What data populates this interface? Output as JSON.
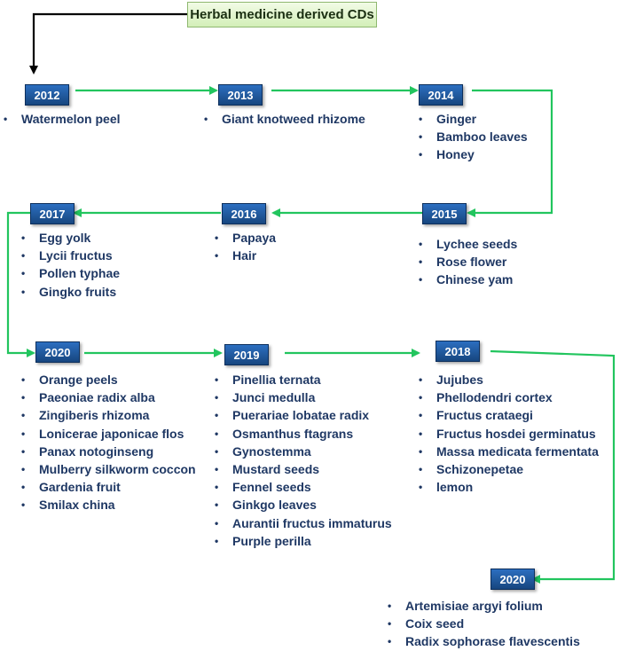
{
  "title": "Herbal medicine derived CDs",
  "timeline": [
    {
      "year": "2012",
      "items": [
        "Watermelon peel"
      ]
    },
    {
      "year": "2013",
      "items": [
        "Giant knotweed rhizome"
      ]
    },
    {
      "year": "2014",
      "items": [
        "Ginger",
        "Bamboo leaves",
        "Honey"
      ]
    },
    {
      "year": "2015",
      "items": [
        "Lychee seeds",
        "Rose flower",
        "Chinese yam"
      ]
    },
    {
      "year": "2016",
      "items": [
        "Papaya",
        "Hair"
      ]
    },
    {
      "year": "2017",
      "items": [
        "Egg yolk",
        "Lycii fructus",
        "Pollen typhae",
        "Gingko fruits"
      ]
    },
    {
      "year": "2020",
      "items": [
        "Orange peels",
        "Paeoniae radix alba",
        "Zingiberis rhizoma",
        "Lonicerae japonicae flos",
        "Panax notoginseng",
        "Mulberry silkworm coccon",
        "Gardenia fruit",
        "Smilax china"
      ]
    },
    {
      "year": "2019",
      "items": [
        "Pinellia ternata",
        "Junci medulla",
        "Puerariae lobatae radix",
        "Osmanthus ftagrans",
        "Gynostemma",
        "Mustard seeds",
        "Fennel seeds",
        "Ginkgo leaves",
        "Aurantii fructus immaturus",
        "Purple perilla"
      ]
    },
    {
      "year": "2018",
      "items": [
        "Jujubes",
        "Phellodendri cortex",
        "Fructus crataegi",
        "Fructus hosdei germinatus",
        "Massa medicata fermentata",
        "Schizonepetae",
        "lemon"
      ]
    },
    {
      "year": "2020",
      "items": [
        "Artemisiae argyi folium",
        "Coix seed",
        "Radix sophorase flavescentis"
      ]
    }
  ],
  "colors": {
    "arrow_green": "#22c55e",
    "arrow_black": "#000000",
    "year_box": "#1f5aa6",
    "text_navy": "#1f3864",
    "title_box": "#dff3c8"
  }
}
